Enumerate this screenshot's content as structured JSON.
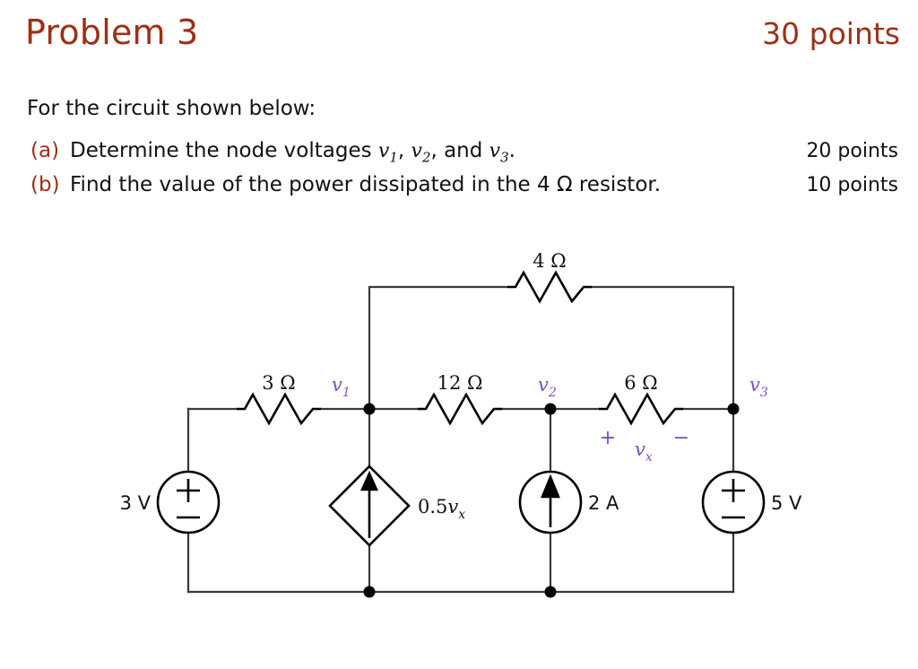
{
  "header": {
    "title": "Problem 3",
    "points": "30 points"
  },
  "intro": "For the circuit shown below:",
  "questions": [
    {
      "label": "(a)",
      "text_before": "Determine the node voltages ",
      "v1": "v",
      "v1_sub": "1",
      "sep1": ", ",
      "v2": "v",
      "v2_sub": "2",
      "sep2": ", and ",
      "v3": "v",
      "v3_sub": "3",
      "text_after": ".",
      "points": "20 points"
    },
    {
      "label": "(b)",
      "text_before": "Find the value of the power dissipated in the 4 Ω resistor.",
      "points": "10 points"
    }
  ],
  "circuit": {
    "resistors": [
      {
        "id": "r3",
        "label": "3 Ω",
        "value": 3,
        "unit": "ohm",
        "position": "left-series"
      },
      {
        "id": "r12",
        "label": "12 Ω",
        "value": 12,
        "unit": "ohm",
        "position": "middle-series"
      },
      {
        "id": "r6",
        "label": "6 Ω",
        "value": 6,
        "unit": "ohm",
        "position": "right-series"
      },
      {
        "id": "r4",
        "label": "4 Ω",
        "value": 4,
        "unit": "ohm",
        "position": "top-branch"
      }
    ],
    "nodes": [
      {
        "id": "n1",
        "base": "v",
        "sub": "1"
      },
      {
        "id": "n2",
        "base": "v",
        "sub": "2"
      },
      {
        "id": "n3",
        "base": "v",
        "sub": "3"
      }
    ],
    "sources": [
      {
        "id": "src-3v",
        "label": "3 V",
        "type": "independent-voltage",
        "plus": "+",
        "minus": "−"
      },
      {
        "id": "src-dep",
        "label_prefix": "0.5",
        "label_var": "v",
        "label_sub": "x",
        "type": "dependent-current",
        "direction": "up"
      },
      {
        "id": "src-2a",
        "label": "2 A",
        "type": "independent-current",
        "direction": "up"
      },
      {
        "id": "src-5v",
        "label": "5 V",
        "type": "independent-voltage",
        "plus": "+",
        "minus": "−"
      }
    ],
    "vx": {
      "plus": "+",
      "minus": "−",
      "base": "v",
      "sub": "x"
    },
    "colors": {
      "accent_red": "#9c3016",
      "node_purple": "#7d4fc4",
      "wire": "#3a3a3a",
      "symbol": "#000000"
    }
  }
}
